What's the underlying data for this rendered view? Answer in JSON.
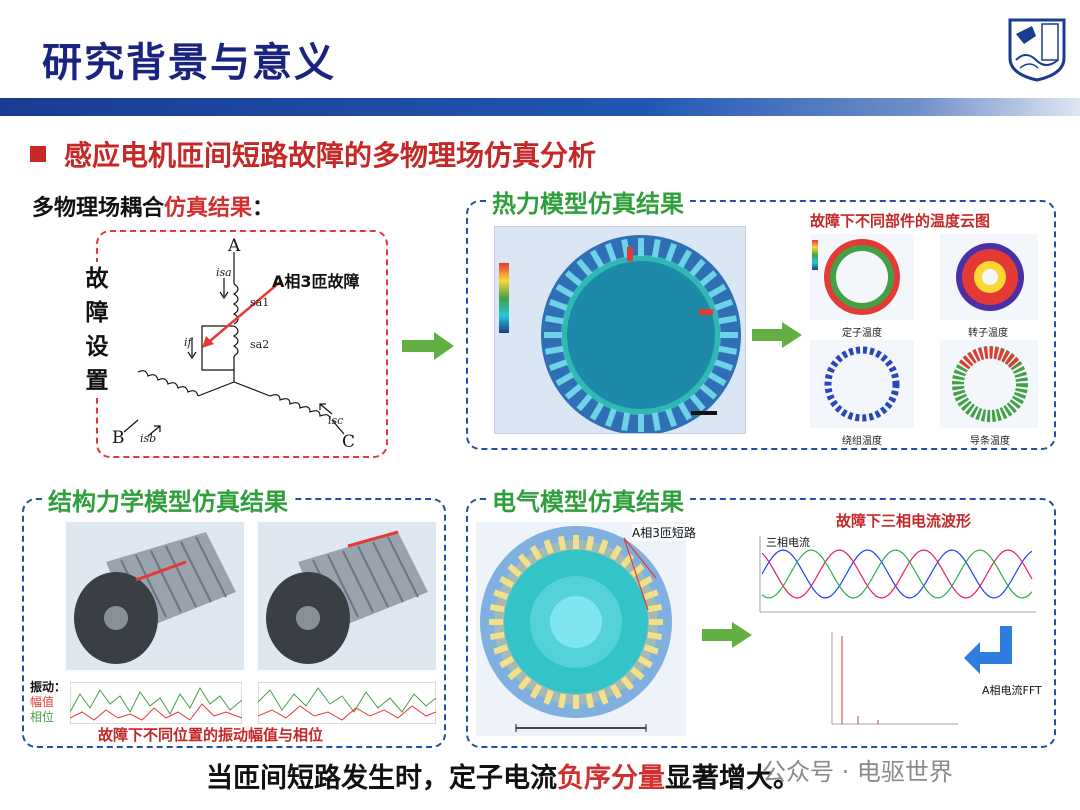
{
  "title": "研究背景与意义",
  "subtitle": "感应电机匝间短路故障的多物理场仿真分析",
  "coupling": {
    "prefix": "多物理场耦合",
    "highlight": "仿真结果",
    "suffix": "："
  },
  "fault_setup": {
    "label_chars": [
      "故",
      "障",
      "设",
      "置"
    ],
    "fault_label": "A相3匝故障",
    "terminals": {
      "a": "A",
      "b": "B",
      "c": "C"
    },
    "currents": {
      "isa": "isa",
      "isb": "isb",
      "isc": "isc",
      "if": "if"
    },
    "coils": {
      "sa1": "sa1",
      "sa2": "sa2"
    }
  },
  "thermal": {
    "title": "热力模型仿真结果",
    "cloud_title": "故障下不同部件的温度云图",
    "parts": [
      "定子温度",
      "转子温度",
      "绕组温度",
      "导条温度"
    ]
  },
  "structural": {
    "title": "结构力学模型仿真结果",
    "legend_vibration": "振动：",
    "legend_amplitude": "幅值",
    "legend_phase": "相位",
    "caption": "故障下不同位置的振动幅值与相位"
  },
  "electrical": {
    "title": "电气模型仿真结果",
    "short_label": "A相3匝短路",
    "waveform_title": "故障下三相电流波形",
    "three_phase": "三相电流",
    "fft_label": "A相电流FFT"
  },
  "bottom": {
    "prefix": "当匝间短路发生时，定子电流",
    "highlight": "负序分量",
    "suffix": "显著增大。"
  },
  "watermark": "公众号 · 电驱世界",
  "colors": {
    "title": "#1a237e",
    "accent_red": "#c62828",
    "section_green": "#2e9f3a",
    "panel_blue": "#1f4fa8",
    "panel_red": "#e53935"
  }
}
